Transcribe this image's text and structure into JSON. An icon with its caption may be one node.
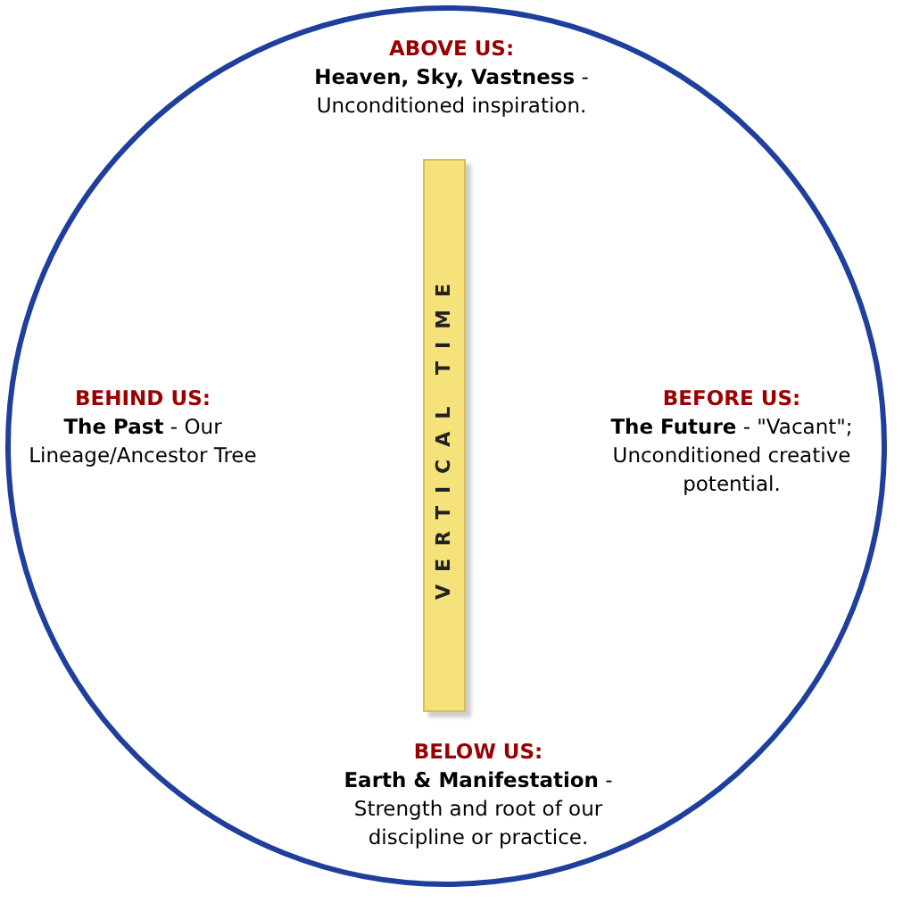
{
  "diagram": {
    "nodes": [
      {
        "text": [],
        "shape": "circle"
      },
      {
        "text": [
          "VERTICAL TIME"
        ],
        "in": 0
      }
    ],
    "edges": [],
    "labels": [
      "ABOVE US:",
      "**Heaven, Sky, Vastness** - Unconditioned inspiration.",
      "BEHIND US:",
      "**The Past** - Our Lineage/Ancestor Tree",
      "BEFORE US:",
      "**The Future** - \"Vacant\"; Unconditioned creative potential.",
      "BELOW US:",
      "**Earth & Manifestation** - Strength and root of our discipline or practice."
    ]
  }
}
